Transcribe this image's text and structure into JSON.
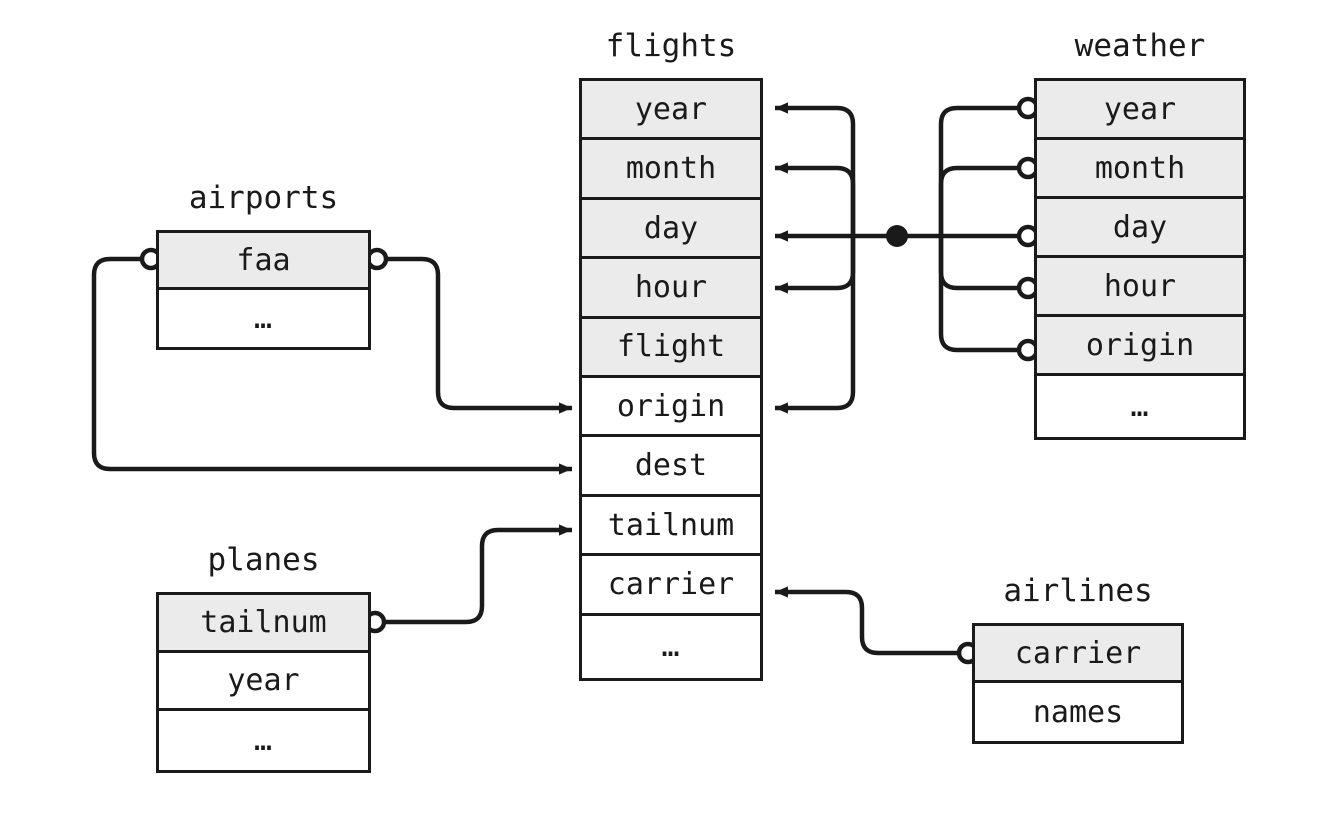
{
  "diagram": {
    "type": "entity-relationship-diagram",
    "title_note": "nycflights13 relational database schema",
    "colors": {
      "key_field_fill": "#ebebeb",
      "plain_field_fill": "#ffffff",
      "border": "#1a1a1a",
      "connector": "#1a1a1a",
      "background": "#ffffff"
    }
  },
  "tables": {
    "flights": {
      "name": "flights",
      "fields": [
        {
          "label": "year",
          "key": true
        },
        {
          "label": "month",
          "key": true
        },
        {
          "label": "day",
          "key": true
        },
        {
          "label": "hour",
          "key": true
        },
        {
          "label": "flight",
          "key": true
        },
        {
          "label": "origin",
          "key": false
        },
        {
          "label": "dest",
          "key": false
        },
        {
          "label": "tailnum",
          "key": false
        },
        {
          "label": "carrier",
          "key": false
        },
        {
          "label": "…",
          "key": false
        }
      ]
    },
    "weather": {
      "name": "weather",
      "fields": [
        {
          "label": "year",
          "key": true
        },
        {
          "label": "month",
          "key": true
        },
        {
          "label": "day",
          "key": true
        },
        {
          "label": "hour",
          "key": true
        },
        {
          "label": "origin",
          "key": true
        },
        {
          "label": "…",
          "key": false
        }
      ]
    },
    "airports": {
      "name": "airports",
      "fields": [
        {
          "label": "faa",
          "key": true
        },
        {
          "label": "…",
          "key": false
        }
      ]
    },
    "planes": {
      "name": "planes",
      "fields": [
        {
          "label": "tailnum",
          "key": true
        },
        {
          "label": "year",
          "key": false
        },
        {
          "label": "…",
          "key": false
        }
      ]
    },
    "airlines": {
      "name": "airlines",
      "fields": [
        {
          "label": "carrier",
          "key": true
        },
        {
          "label": "names",
          "key": false
        }
      ]
    }
  },
  "relationships": [
    {
      "from": "weather.year,month,day,hour,origin",
      "to": "flights.year,month,day,hour,origin",
      "style": "compound-key-junction"
    },
    {
      "from": "airports.faa",
      "to": "flights.origin",
      "style": "one-to-many"
    },
    {
      "from": "airports.faa",
      "to": "flights.dest",
      "style": "one-to-many"
    },
    {
      "from": "planes.tailnum",
      "to": "flights.tailnum",
      "style": "one-to-many"
    },
    {
      "from": "airlines.carrier",
      "to": "flights.carrier",
      "style": "one-to-many"
    }
  ]
}
